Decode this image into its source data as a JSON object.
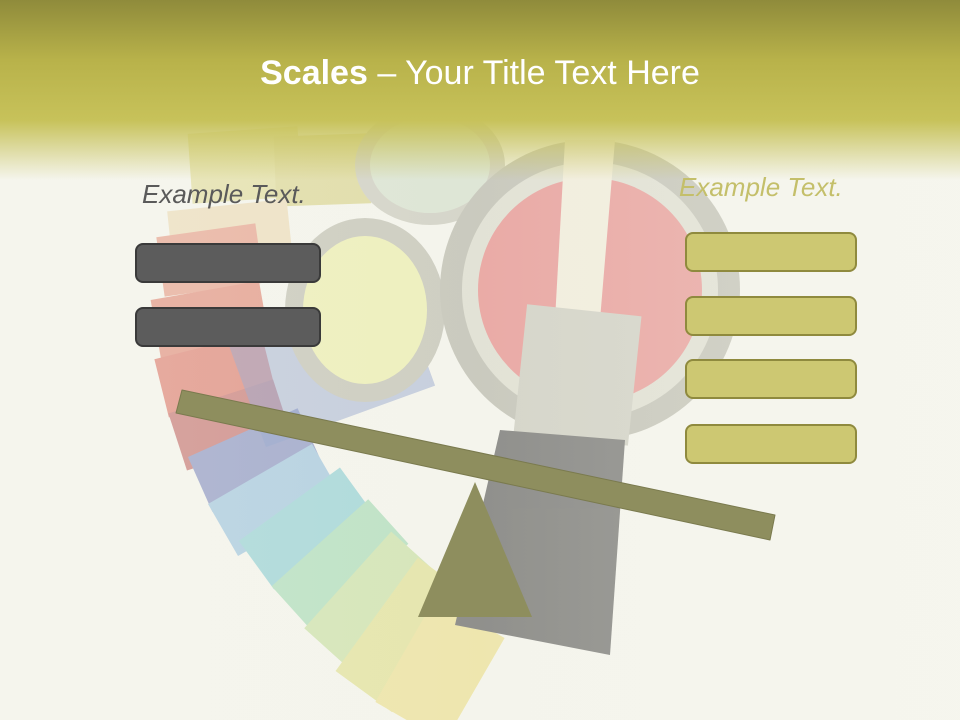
{
  "title": {
    "bold": "Scales",
    "separator": " – ",
    "rest": "Your Title Text Here"
  },
  "left_panel": {
    "label": "Example Text.",
    "boxes": [
      "",
      ""
    ]
  },
  "right_panel": {
    "label": "Example Text.",
    "boxes": [
      "",
      "",
      "",
      ""
    ]
  },
  "colors": {
    "header_top": "#8f8b3b",
    "header_bottom": "#c7c25a",
    "dark_box": "#5c5c5c",
    "olive_box": "#cdc872",
    "beam": "#8e8e5e",
    "fulcrum": "#8e8e5e",
    "right_label": "#c4bf6a",
    "left_label": "#5a5a5a"
  },
  "icons": {
    "background": "paint-cans-and-swatches-image",
    "fulcrum": "triangle-fulcrum-icon",
    "beam": "scale-beam-icon"
  }
}
